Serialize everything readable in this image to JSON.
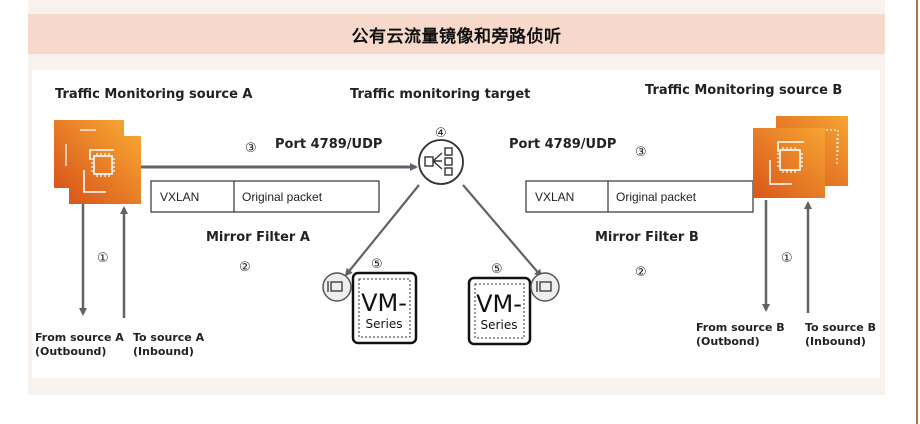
{
  "title": "公有云流量镜像和旁路侦听",
  "diagram": {
    "source_a": {
      "heading": "Traffic Monitoring source A",
      "outbound_label_line1": "From source A",
      "outbound_label_line2": "(Outbound)",
      "inbound_label_line1": "To source A",
      "inbound_label_line2": "(Inbound)",
      "step_flow": "①",
      "port_label": "Port 4789/UDP",
      "step_port": "③",
      "packet": [
        "VXLAN",
        "Original packet"
      ],
      "filter_label": "Mirror Filter A",
      "step_filter": "②"
    },
    "target": {
      "heading": "Traffic monitoring target",
      "step": "④"
    },
    "source_b": {
      "heading": "Traffic Monitoring source B",
      "outbound_label_line1": "From source B",
      "outbound_label_line2": "(Outbond)",
      "inbound_label_line1": "To source B",
      "inbound_label_line2": "(Inbound)",
      "step_flow": "①",
      "port_label": "Port 4789/UDP",
      "step_port": "③",
      "packet": [
        "VXLAN",
        "Original packet"
      ],
      "filter_label": "Mirror Filter B",
      "step_filter": "②"
    },
    "vm_series": [
      {
        "label_big": "VM-",
        "label_small": "Series",
        "step": "⑤"
      },
      {
        "label_big": "VM-",
        "label_small": "Series",
        "step": "⑤"
      }
    ],
    "colors": {
      "aws_orange_dark": "#e0661a",
      "aws_orange_light": "#f29a2e",
      "line_gray": "#5f6368",
      "title_bg": "#f6d9cb"
    }
  }
}
